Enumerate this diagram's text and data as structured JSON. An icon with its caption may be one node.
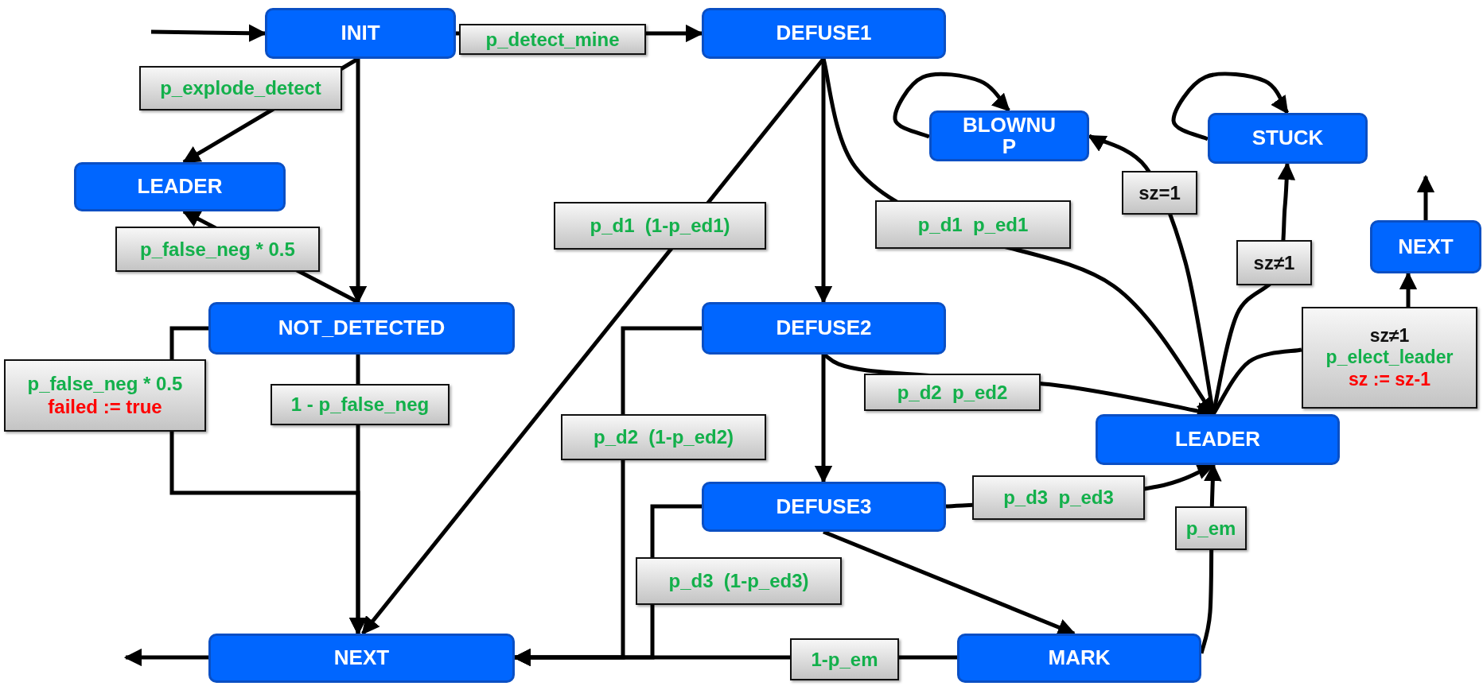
{
  "diagram": {
    "nodes": [
      {
        "text": [
          "INIT"
        ]
      },
      {
        "text": [
          "DEFUSE1"
        ]
      },
      {
        "text": [
          "BLOWNUP"
        ]
      },
      {
        "text": [
          "STUCK"
        ]
      },
      {
        "text": [
          "LEADER"
        ]
      },
      {
        "text": [
          "NEXT"
        ]
      },
      {
        "text": [
          "NOT_DETECTED"
        ]
      },
      {
        "text": [
          "DEFUSE2"
        ]
      },
      {
        "text": [
          "sz≠1",
          "p_elect_leader",
          "sz := sz-1"
        ]
      },
      {
        "text": [
          "p_false_neg * 0.5",
          "failed := true"
        ]
      },
      {
        "text": [
          "LEADER"
        ]
      },
      {
        "text": [
          "DEFUSE3"
        ]
      },
      {
        "text": [
          "NEXT"
        ]
      },
      {
        "text": [
          "MARK"
        ]
      }
    ],
    "edges": [
      {
        "from": null,
        "to": 0,
        "arrow": "to"
      },
      {
        "from": 0,
        "to": 1,
        "arrow": "to",
        "label": "p_detect_mine"
      },
      {
        "from": 0,
        "to": 4,
        "arrow": "to",
        "label": "p_explode_detect"
      },
      {
        "from": 0,
        "to": 6,
        "arrow": "to"
      },
      {
        "from": 6,
        "to": 4,
        "arrow": "to",
        "label": "p_false_neg * 0.5"
      },
      {
        "from": 6,
        "to": 9,
        "arrow": "none"
      },
      {
        "from": 9,
        "to": 12,
        "arrow": "to"
      },
      {
        "from": 6,
        "to": 12,
        "arrow": "to",
        "label": "1 - p_false_neg"
      },
      {
        "from": 1,
        "to": 12,
        "arrow": "to",
        "label": "p_d1  (1-p_ed1)"
      },
      {
        "from": 1,
        "to": 7,
        "arrow": "to"
      },
      {
        "from": 1,
        "to": 10,
        "arrow": "to",
        "label": "p_d1  p_ed1"
      },
      {
        "from": 7,
        "to": 12,
        "arrow": "to",
        "label": "p_d2  (1-p_ed2)"
      },
      {
        "from": 7,
        "to": 11,
        "arrow": "to"
      },
      {
        "from": 7,
        "to": 10,
        "arrow": "to",
        "label": "p_d2  p_ed2"
      },
      {
        "from": 11,
        "to": 12,
        "arrow": "to",
        "label": "p_d3  (1-p_ed3)"
      },
      {
        "from": 11,
        "to": 10,
        "arrow": "to",
        "label": "p_d3  p_ed3"
      },
      {
        "from": 11,
        "to": 13,
        "arrow": "to"
      },
      {
        "from": 13,
        "to": 12,
        "arrow": "to",
        "label": "1-p_em"
      },
      {
        "from": 13,
        "to": 10,
        "arrow": "to",
        "label": "p_em"
      },
      {
        "from": 10,
        "to": 2,
        "arrow": "to",
        "label": "sz=1"
      },
      {
        "from": 10,
        "to": 3,
        "arrow": "to",
        "label": "sz≠1"
      },
      {
        "from": 10,
        "to": 8,
        "arrow": "none"
      },
      {
        "from": 8,
        "to": 5,
        "arrow": "to"
      },
      {
        "from": 5,
        "to": null,
        "arrow": "to"
      },
      {
        "from": 12,
        "to": null,
        "arrow": "to"
      },
      {
        "from": 2,
        "to": 2,
        "arrow": "to"
      },
      {
        "from": 3,
        "to": 3,
        "arrow": "to"
      }
    ]
  }
}
